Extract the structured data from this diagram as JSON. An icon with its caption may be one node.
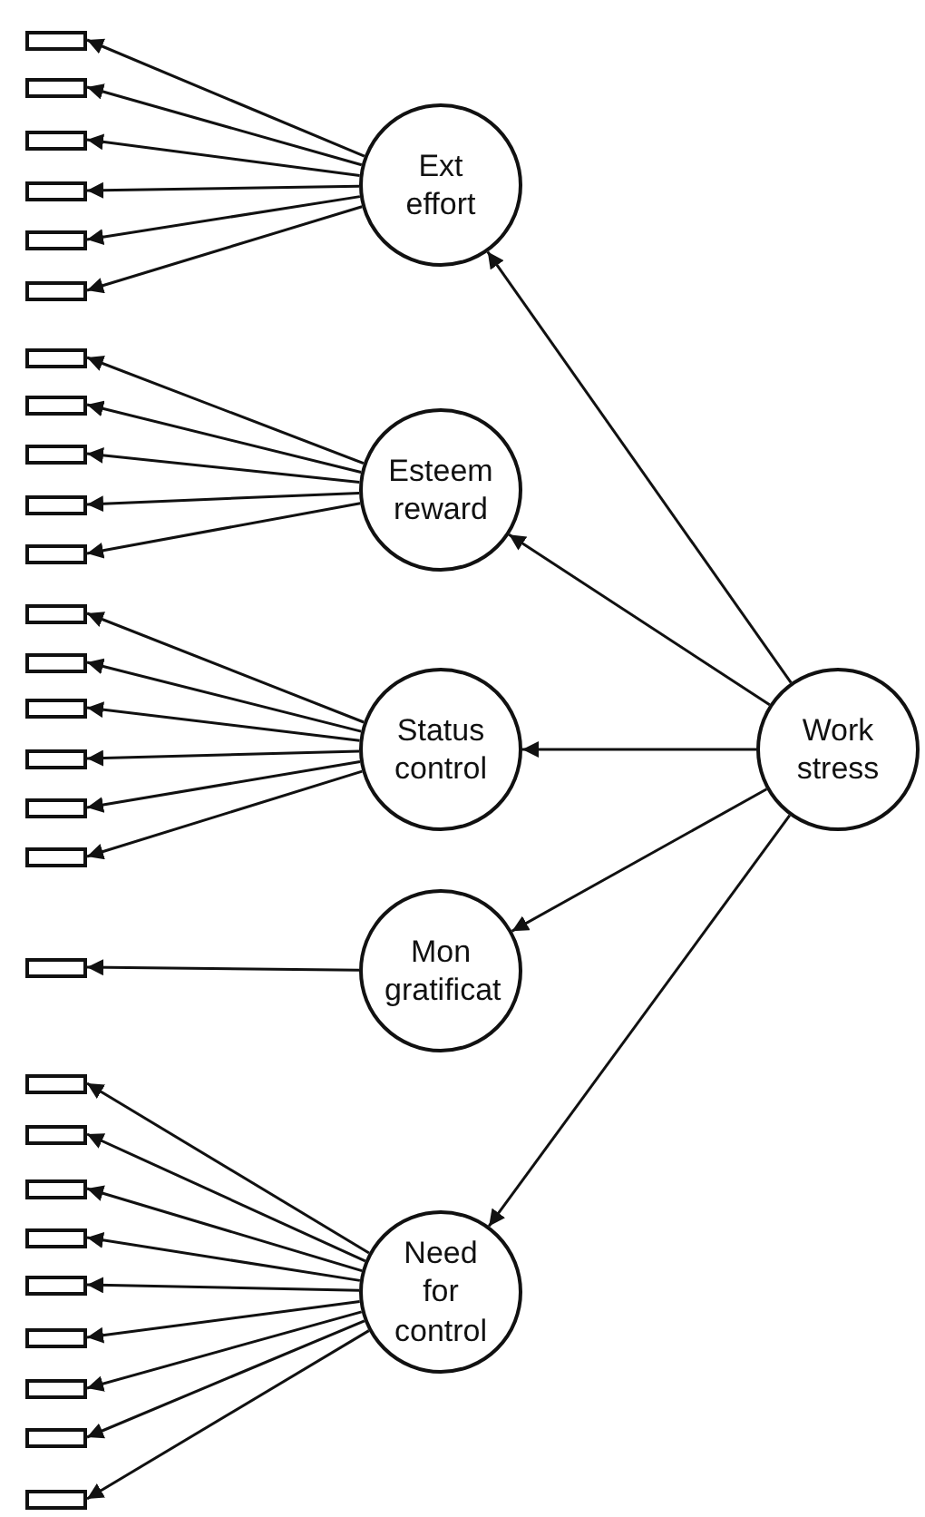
{
  "diagram": {
    "nodes": [
      {
        "text": [
          "Ext effort"
        ]
      },
      {
        "text": [],
        "shape": "box"
      },
      {
        "text": [],
        "shape": "box"
      },
      {
        "text": [],
        "shape": "box"
      },
      {
        "text": [],
        "shape": "box"
      },
      {
        "text": [],
        "shape": "box"
      },
      {
        "text": [],
        "shape": "box"
      },
      {
        "text": [
          "Esteem reward"
        ]
      },
      {
        "text": [],
        "shape": "box"
      },
      {
        "text": [],
        "shape": "box"
      },
      {
        "text": [],
        "shape": "box"
      },
      {
        "text": [],
        "shape": "box"
      },
      {
        "text": [],
        "shape": "box"
      },
      {
        "text": [
          "Status control"
        ]
      },
      {
        "text": [],
        "shape": "box"
      },
      {
        "text": [],
        "shape": "box"
      },
      {
        "text": [],
        "shape": "box"
      },
      {
        "text": [],
        "shape": "box"
      },
      {
        "text": [],
        "shape": "box"
      },
      {
        "text": [],
        "shape": "box"
      },
      {
        "text": [
          "Work stress"
        ]
      },
      {
        "text": [
          "Mon gratificat"
        ]
      },
      {
        "text": [],
        "shape": "box"
      },
      {
        "text": [
          "Need for control"
        ]
      },
      {
        "text": [],
        "shape": "box"
      },
      {
        "text": [],
        "shape": "box"
      },
      {
        "text": [],
        "shape": "box"
      },
      {
        "text": [],
        "shape": "box"
      },
      {
        "text": [],
        "shape": "box"
      },
      {
        "text": [],
        "shape": "box"
      },
      {
        "text": [],
        "shape": "box"
      },
      {
        "text": [],
        "shape": "box"
      },
      {
        "text": [],
        "shape": "box"
      }
    ],
    "edges": [
      {
        "from": 20,
        "to": 0,
        "arrow": "to"
      },
      {
        "from": 20,
        "to": 7,
        "arrow": "to"
      },
      {
        "from": 20,
        "to": 13,
        "arrow": "to"
      },
      {
        "from": 20,
        "to": 21,
        "arrow": "to"
      },
      {
        "from": 20,
        "to": 23,
        "arrow": "to"
      },
      {
        "from": 0,
        "to": 1,
        "arrow": "to"
      },
      {
        "from": 0,
        "to": 2,
        "arrow": "to"
      },
      {
        "from": 0,
        "to": 3,
        "arrow": "to"
      },
      {
        "from": 0,
        "to": 4,
        "arrow": "to"
      },
      {
        "from": 0,
        "to": 5,
        "arrow": "to"
      },
      {
        "from": 0,
        "to": 6,
        "arrow": "to"
      },
      {
        "from": 7,
        "to": 8,
        "arrow": "to"
      },
      {
        "from": 7,
        "to": 9,
        "arrow": "to"
      },
      {
        "from": 7,
        "to": 10,
        "arrow": "to"
      },
      {
        "from": 7,
        "to": 11,
        "arrow": "to"
      },
      {
        "from": 7,
        "to": 12,
        "arrow": "to"
      },
      {
        "from": 13,
        "to": 14,
        "arrow": "to"
      },
      {
        "from": 13,
        "to": 15,
        "arrow": "to"
      },
      {
        "from": 13,
        "to": 16,
        "arrow": "to"
      },
      {
        "from": 13,
        "to": 17,
        "arrow": "to"
      },
      {
        "from": 13,
        "to": 18,
        "arrow": "to"
      },
      {
        "from": 13,
        "to": 19,
        "arrow": "to"
      },
      {
        "from": 21,
        "to": 22,
        "arrow": "to"
      },
      {
        "from": 23,
        "to": 24,
        "arrow": "to"
      },
      {
        "from": 23,
        "to": 25,
        "arrow": "to"
      },
      {
        "from": 23,
        "to": 26,
        "arrow": "to"
      },
      {
        "from": 23,
        "to": 27,
        "arrow": "to"
      },
      {
        "from": 23,
        "to": 28,
        "arrow": "to"
      },
      {
        "from": 23,
        "to": 29,
        "arrow": "to"
      },
      {
        "from": 23,
        "to": 30,
        "arrow": "to"
      },
      {
        "from": 23,
        "to": 31,
        "arrow": "to"
      },
      {
        "from": 23,
        "to": 32,
        "arrow": "to"
      }
    ]
  }
}
